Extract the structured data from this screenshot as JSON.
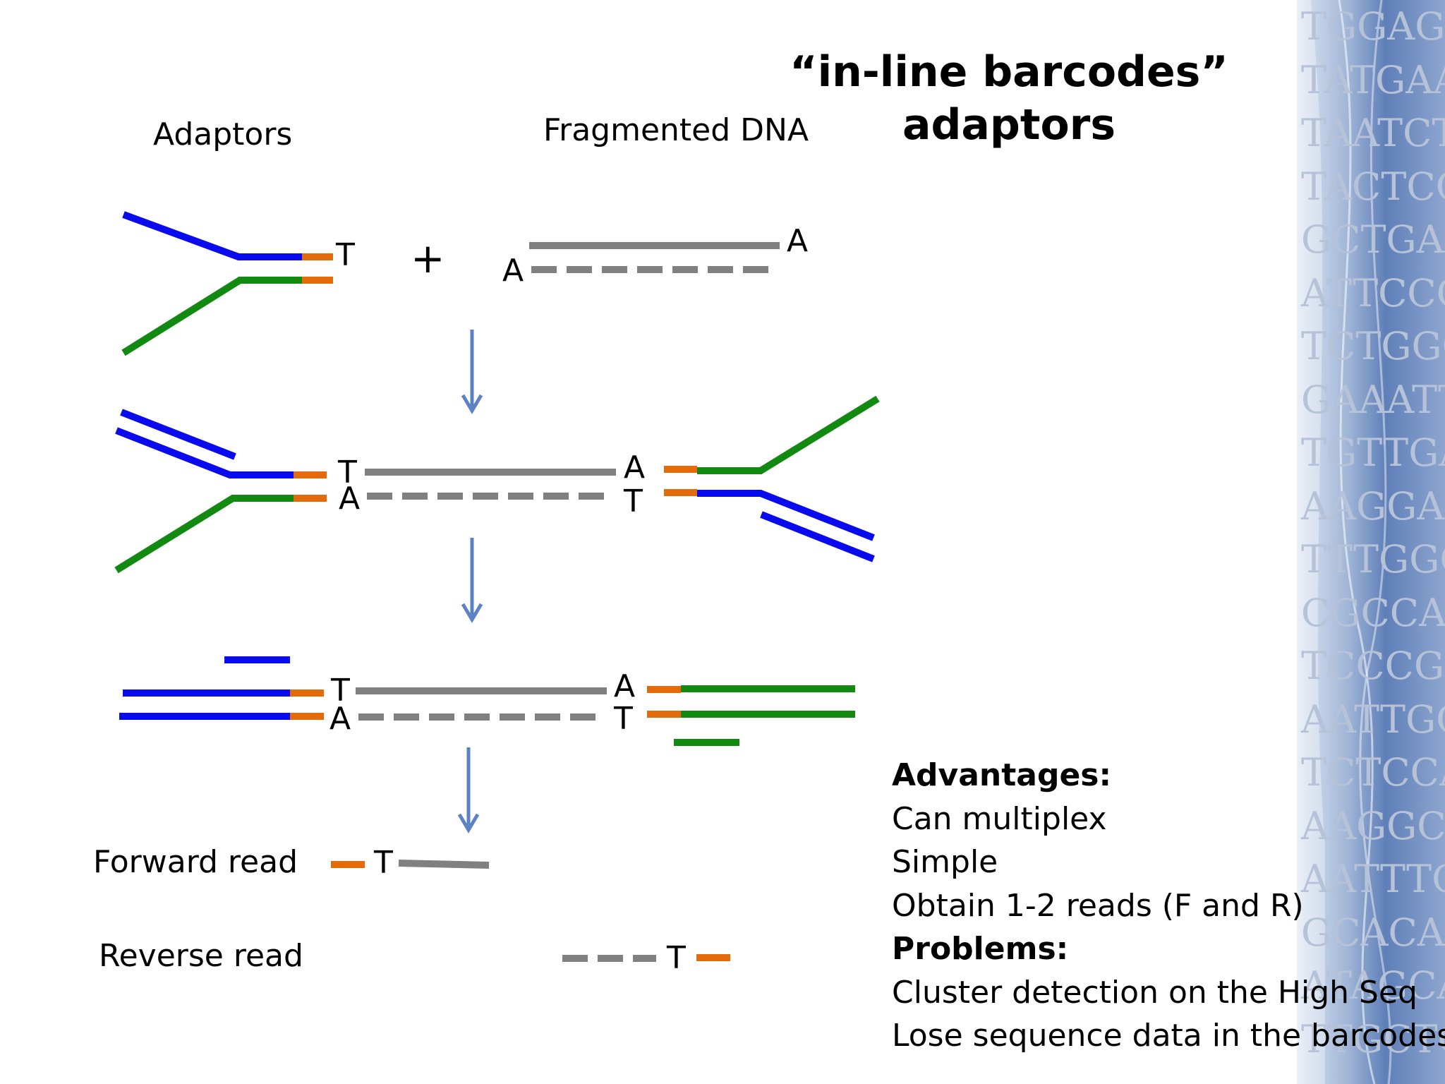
{
  "slide": {
    "title_line1": "“in-line barcodes”",
    "title_line2": "adaptors",
    "adaptors_label": "Adaptors",
    "fragment_label": "Fragmented DNA",
    "plus_sign": "+",
    "forward_label": "Forward read",
    "reverse_label": "Reverse read"
  },
  "nucleotides": {
    "A": "A",
    "T": "T"
  },
  "notes": {
    "advantages_heading": "Advantages:",
    "advantages": [
      "Can multiplex",
      "Simple",
      "Obtain 1-2 reads (F and R)"
    ],
    "problems_heading": "Problems:",
    "problems": [
      "Cluster detection on the High Seq",
      "Lose sequence data in the barcodes"
    ]
  },
  "decoration": {
    "sequence_rows": [
      "TGGAGAT",
      "TATGAAGC",
      "TAATCTG",
      "TACTCCT",
      "GCTGAAAG",
      "ATTCCCCT",
      "TCTGGGAA",
      "GAAATTA",
      "TGTTGAA",
      "AAGGAGA",
      "TTTGGGC",
      "CGCCAGC",
      "TCCCGCT",
      "AATTGCA",
      "TCTCCAA",
      "AAGGCTG",
      "AATTTGA",
      "GCACAAT",
      "ATAGCAA",
      "TTGCTGA"
    ]
  },
  "colors": {
    "blue_strand": "#0a0aee",
    "green_strand": "#128a12",
    "barcode_orange": "#e46b0c",
    "dna_gray": "#808080",
    "arrow_blue": "#5b83c4",
    "deco_dark": "#3f65a6",
    "deco_light": "#c9d6ea"
  }
}
